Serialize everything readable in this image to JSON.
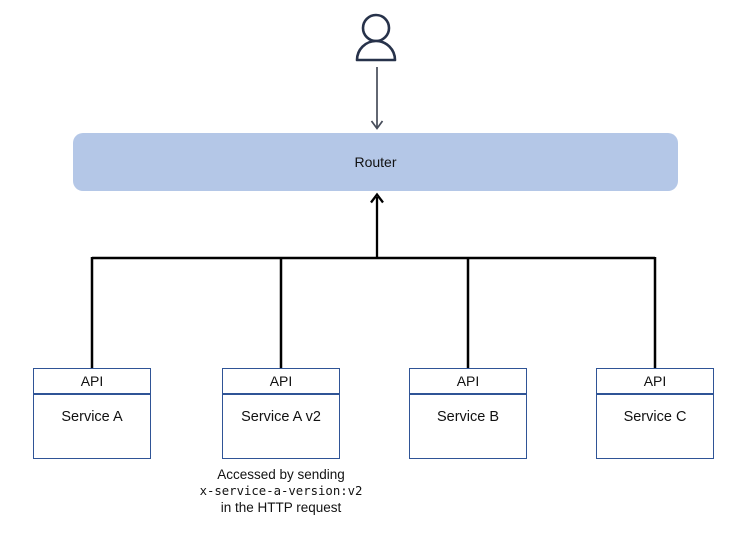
{
  "diagram": {
    "title_hint": "API routing diagram",
    "actor": {
      "icon": "person-icon"
    },
    "router": {
      "label": "Router"
    },
    "services": [
      {
        "header": "API",
        "name": "Service A"
      },
      {
        "header": "API",
        "name": "Service A v2"
      },
      {
        "header": "API",
        "name": "Service B"
      },
      {
        "header": "API",
        "name": "Service C"
      }
    ],
    "annotation": {
      "line1": "Accessed by sending",
      "code": "x-service-a-version:v2",
      "line3": "in the HTTP request"
    },
    "colors": {
      "router_fill": "#b4c7e7",
      "box_border": "#2f5496",
      "connector_black": "#000000",
      "arrow_gray": "#464c59",
      "person_stroke": "#27324a"
    }
  }
}
